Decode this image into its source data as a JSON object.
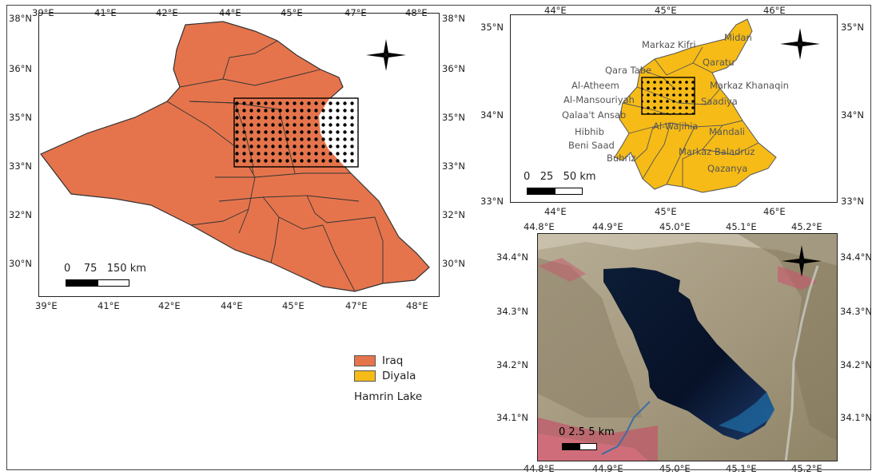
{
  "colors": {
    "iraq": "#e5744c",
    "diyala": "#f6bb17",
    "border": "#333333"
  },
  "map_iraq": {
    "top_ticks": [
      "39°E",
      "41°E",
      "42°E",
      "44°E",
      "45°E",
      "47°E",
      "48°E"
    ],
    "bottom_ticks": [
      "39°E",
      "41°E",
      "42°E",
      "44°E",
      "45°E",
      "47°E",
      "48°E"
    ],
    "left_ticks": [
      "38°N",
      "36°N",
      "35°N",
      "33°N",
      "32°N",
      "30°N"
    ],
    "right_ticks": [
      "38°N",
      "36°N",
      "35°N",
      "33°N",
      "32°N",
      "30°N"
    ],
    "scale": {
      "zero": "0",
      "mid": "75",
      "end": "150 km"
    },
    "north_arrow_icon": "north-arrow-icon"
  },
  "map_diyala": {
    "top_ticks": [
      "44°E",
      "45°E",
      "46°E"
    ],
    "bottom_ticks": [
      "44°E",
      "45°E",
      "46°E"
    ],
    "left_ticks": [
      "35°N",
      "34°N",
      "33°N"
    ],
    "right_ticks": [
      "35°N",
      "34°N",
      "33°N"
    ],
    "places": [
      "Midan",
      "Markaz Kifri",
      "Qaratu",
      "Qara Tabe",
      "Al-Atheem",
      "Markaz Khanaqin",
      "Al-Mansouriyah",
      "Saadiya",
      "Qalaa't Ansab",
      "Al-Wajihia",
      "Hibhib",
      "Mandali",
      "Beni Saad",
      "Buhriz",
      "Markaz Baladruz",
      "Qazanya"
    ],
    "scale": {
      "zero": "0",
      "mid": "25",
      "end": "50 km"
    }
  },
  "map_lake": {
    "top_ticks": [
      "44.8°E",
      "44.9°E",
      "45.0°E",
      "45.1°E",
      "45.2°E"
    ],
    "bottom_ticks": [
      "44.8°E",
      "44.9°E",
      "45.0°E",
      "45.1°E",
      "45.2°E"
    ],
    "left_ticks": [
      "34.4°N",
      "34.3°N",
      "34.2°N",
      "34.1°N"
    ],
    "right_ticks": [
      "34.4°N",
      "34.3°N",
      "34.2°N",
      "34.1°N"
    ],
    "scale": {
      "text": "0 2.5 5 km"
    }
  },
  "legend": {
    "items": [
      "Iraq",
      "Diyala"
    ],
    "extra": "Hamrin Lake"
  }
}
